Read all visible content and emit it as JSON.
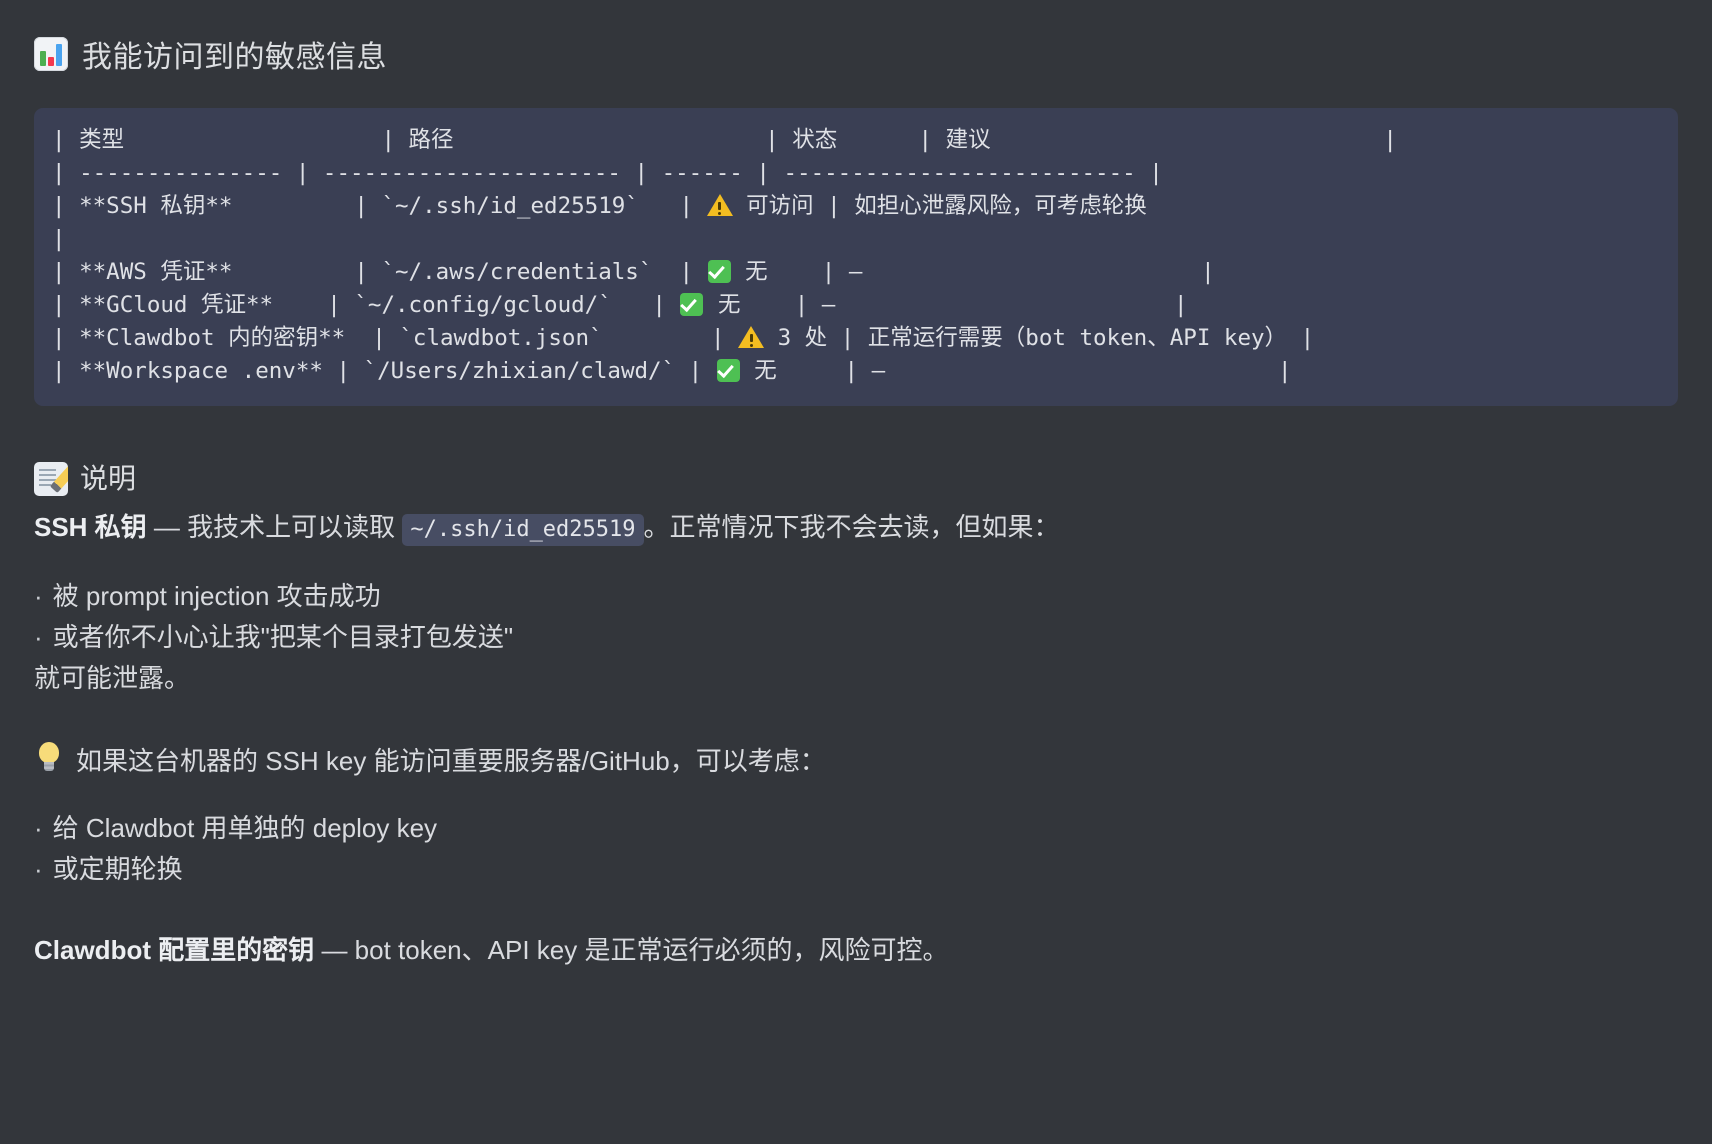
{
  "theme": {
    "page_bg": "#33363b",
    "code_bg": "#3a3f54",
    "chip_bg": "#474d63",
    "text": "#d9dbdf",
    "warn_color": "#f3bd21",
    "ok_color": "#4ec053"
  },
  "header": {
    "icon": "bar-chart-emoji",
    "title": "我能访问到的敏感信息"
  },
  "code_block": {
    "language": "markdown-table",
    "lines": [
      "| 类型                 | 路径                    | 状态     | 建议                         |",
      "| --------------- | ---------------------- | ------ | -------------------------- |",
      "| **SSH 私钥**          | `~/.ssh/id_ed25519`    | ⚠️ 可访问 | 如担心泄露风险，可考虑轮换",
      "|",
      "| **AWS 凭证**          | `~/.aws/credentials`   | ✅ 无     | —                          |",
      "| **GCloud 凭证**    | `~/.config/gcloud/`    | ✅ 无     | —                          |",
      "| **Clawdbot 内的密钥**  | `clawdbot.json`         | ⚠️ 3 处  | 正常运行需要（bot token、API key） |",
      "| **Workspace .env** | `/Users/zhixian/clawd/` | ✅ 无      | —                          |"
    ],
    "table_semantics": {
      "headers": [
        "类型",
        "路径",
        "状态",
        "建议"
      ],
      "rows": [
        {
          "type": "**SSH 私钥**",
          "path": "`~/.ssh/id_ed25519`",
          "status_icon": "warning-emoji",
          "status": "可访问",
          "advice": "如担心泄露风险，可考虑轮换"
        },
        {
          "type": "**AWS 凭证**",
          "path": "`~/.aws/credentials`",
          "status_icon": "check-emoji",
          "status": "无",
          "advice": "—"
        },
        {
          "type": "**GCloud 凭证**",
          "path": "`~/.config/gcloud/`",
          "status_icon": "check-emoji",
          "status": "无",
          "advice": "—"
        },
        {
          "type": "**Clawdbot 内的密钥**",
          "path": "`clawdbot.json`",
          "status_icon": "warning-emoji",
          "status": "3 处",
          "advice": "正常运行需要（bot token、API key）"
        },
        {
          "type": "**Workspace .env**",
          "path": "`/Users/zhixian/clawd/`",
          "status_icon": "check-emoji",
          "status": "无",
          "advice": "—"
        }
      ]
    }
  },
  "explanation": {
    "icon": "memo-emoji",
    "title": "说明",
    "ssh_line": {
      "bold": "SSH 私钥",
      "mid": " — 我技术上可以读取 ",
      "code": "~/.ssh/id_ed25519",
      "tail": "。正常情况下我不会去读，但如果："
    },
    "risk_bullets": [
      "被 prompt injection 攻击成功",
      "或者你不小心让我\"把某个目录打包发送\""
    ],
    "risk_conclusion": "就可能泄露。",
    "tip": {
      "icon": "bulb-emoji",
      "text": "如果这台机器的 SSH key 能访问重要服务器/GitHub，可以考虑："
    },
    "tip_bullets": [
      "给 Clawdbot 用单独的 deploy key",
      "或定期轮换"
    ],
    "final_line": {
      "bold": "Clawdbot 配置里的密钥",
      "rest": " — bot token、API key 是正常运行必须的，风险可控。"
    }
  }
}
